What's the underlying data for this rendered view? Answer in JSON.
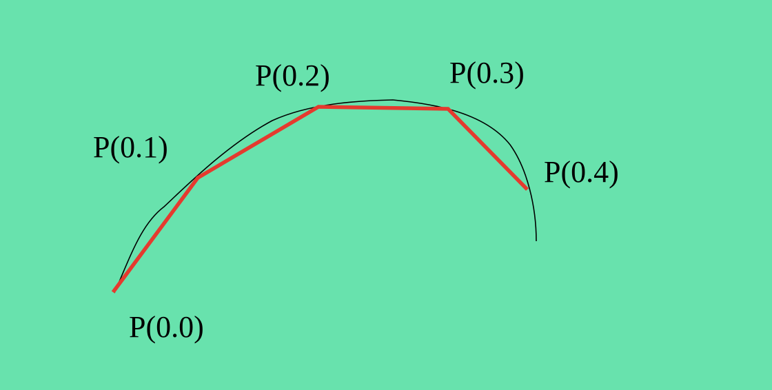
{
  "diagram": {
    "colors": {
      "background": "#68e2ad",
      "curve": "#000000",
      "polyline": "#e53a2e",
      "text": "#000000"
    },
    "points": [
      {
        "label": "P(0.0)"
      },
      {
        "label": "P(0.1)"
      },
      {
        "label": "P(0.2)"
      },
      {
        "label": "P(0.3)"
      },
      {
        "label": "P(0.4)"
      }
    ]
  }
}
